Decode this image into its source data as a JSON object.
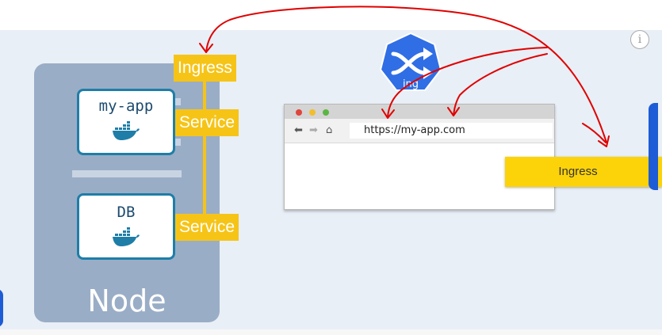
{
  "node": {
    "label": "Node"
  },
  "pods": [
    {
      "title": "my-app"
    },
    {
      "title": "DB"
    }
  ],
  "tags": {
    "ingress": "Ingress",
    "service1": "Service",
    "service2": "Service"
  },
  "ing_icon": {
    "label": "ing",
    "icon": "ingress-shuffle-icon",
    "color": "#2f6ee5"
  },
  "browser": {
    "url": "https://my-app.com",
    "dots": [
      "#e0443d",
      "#f2be2e",
      "#5bb642"
    ]
  },
  "ingress_box": {
    "label": "Ingress"
  },
  "info": {
    "glyph": "i"
  },
  "colors": {
    "accent_yellow": "#f6c417",
    "annotation_red": "#e00000",
    "pod_border": "#1e7ea8",
    "node_bg": "#9aadc6"
  }
}
